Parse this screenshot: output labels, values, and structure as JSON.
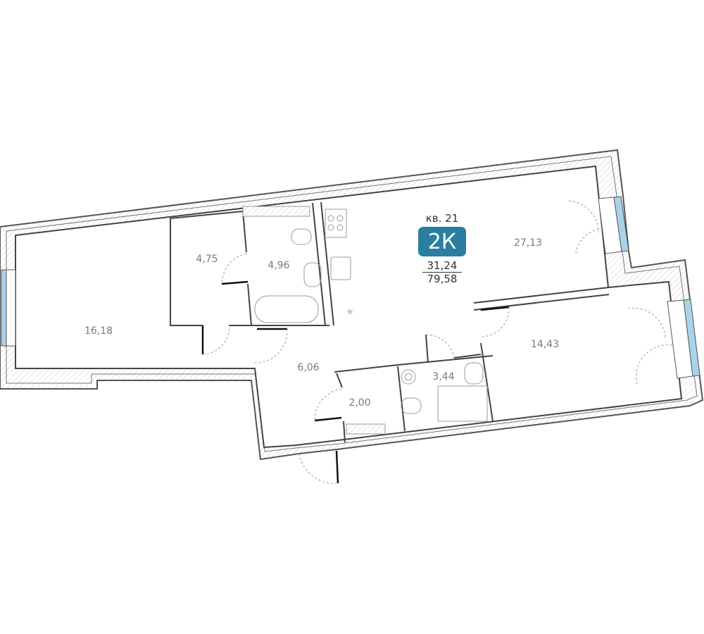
{
  "apartment": {
    "number_label": "кв. 21",
    "type_badge": "2К",
    "living_area": "31,24",
    "total_area": "79,58"
  },
  "rooms": [
    {
      "name": "living-room-left",
      "area": "16,18"
    },
    {
      "name": "storage",
      "area": "4,75"
    },
    {
      "name": "bathroom",
      "area": "4,96"
    },
    {
      "name": "kitchen-living",
      "area": "27,13"
    },
    {
      "name": "hallway",
      "area": "6,06"
    },
    {
      "name": "bedroom",
      "area": "14,43"
    },
    {
      "name": "wc",
      "area": "3,44"
    },
    {
      "name": "closet",
      "area": "2,00"
    }
  ],
  "colors": {
    "badge": "#2a7ea0",
    "window": "#a9d3ea",
    "wall": "#555555"
  }
}
